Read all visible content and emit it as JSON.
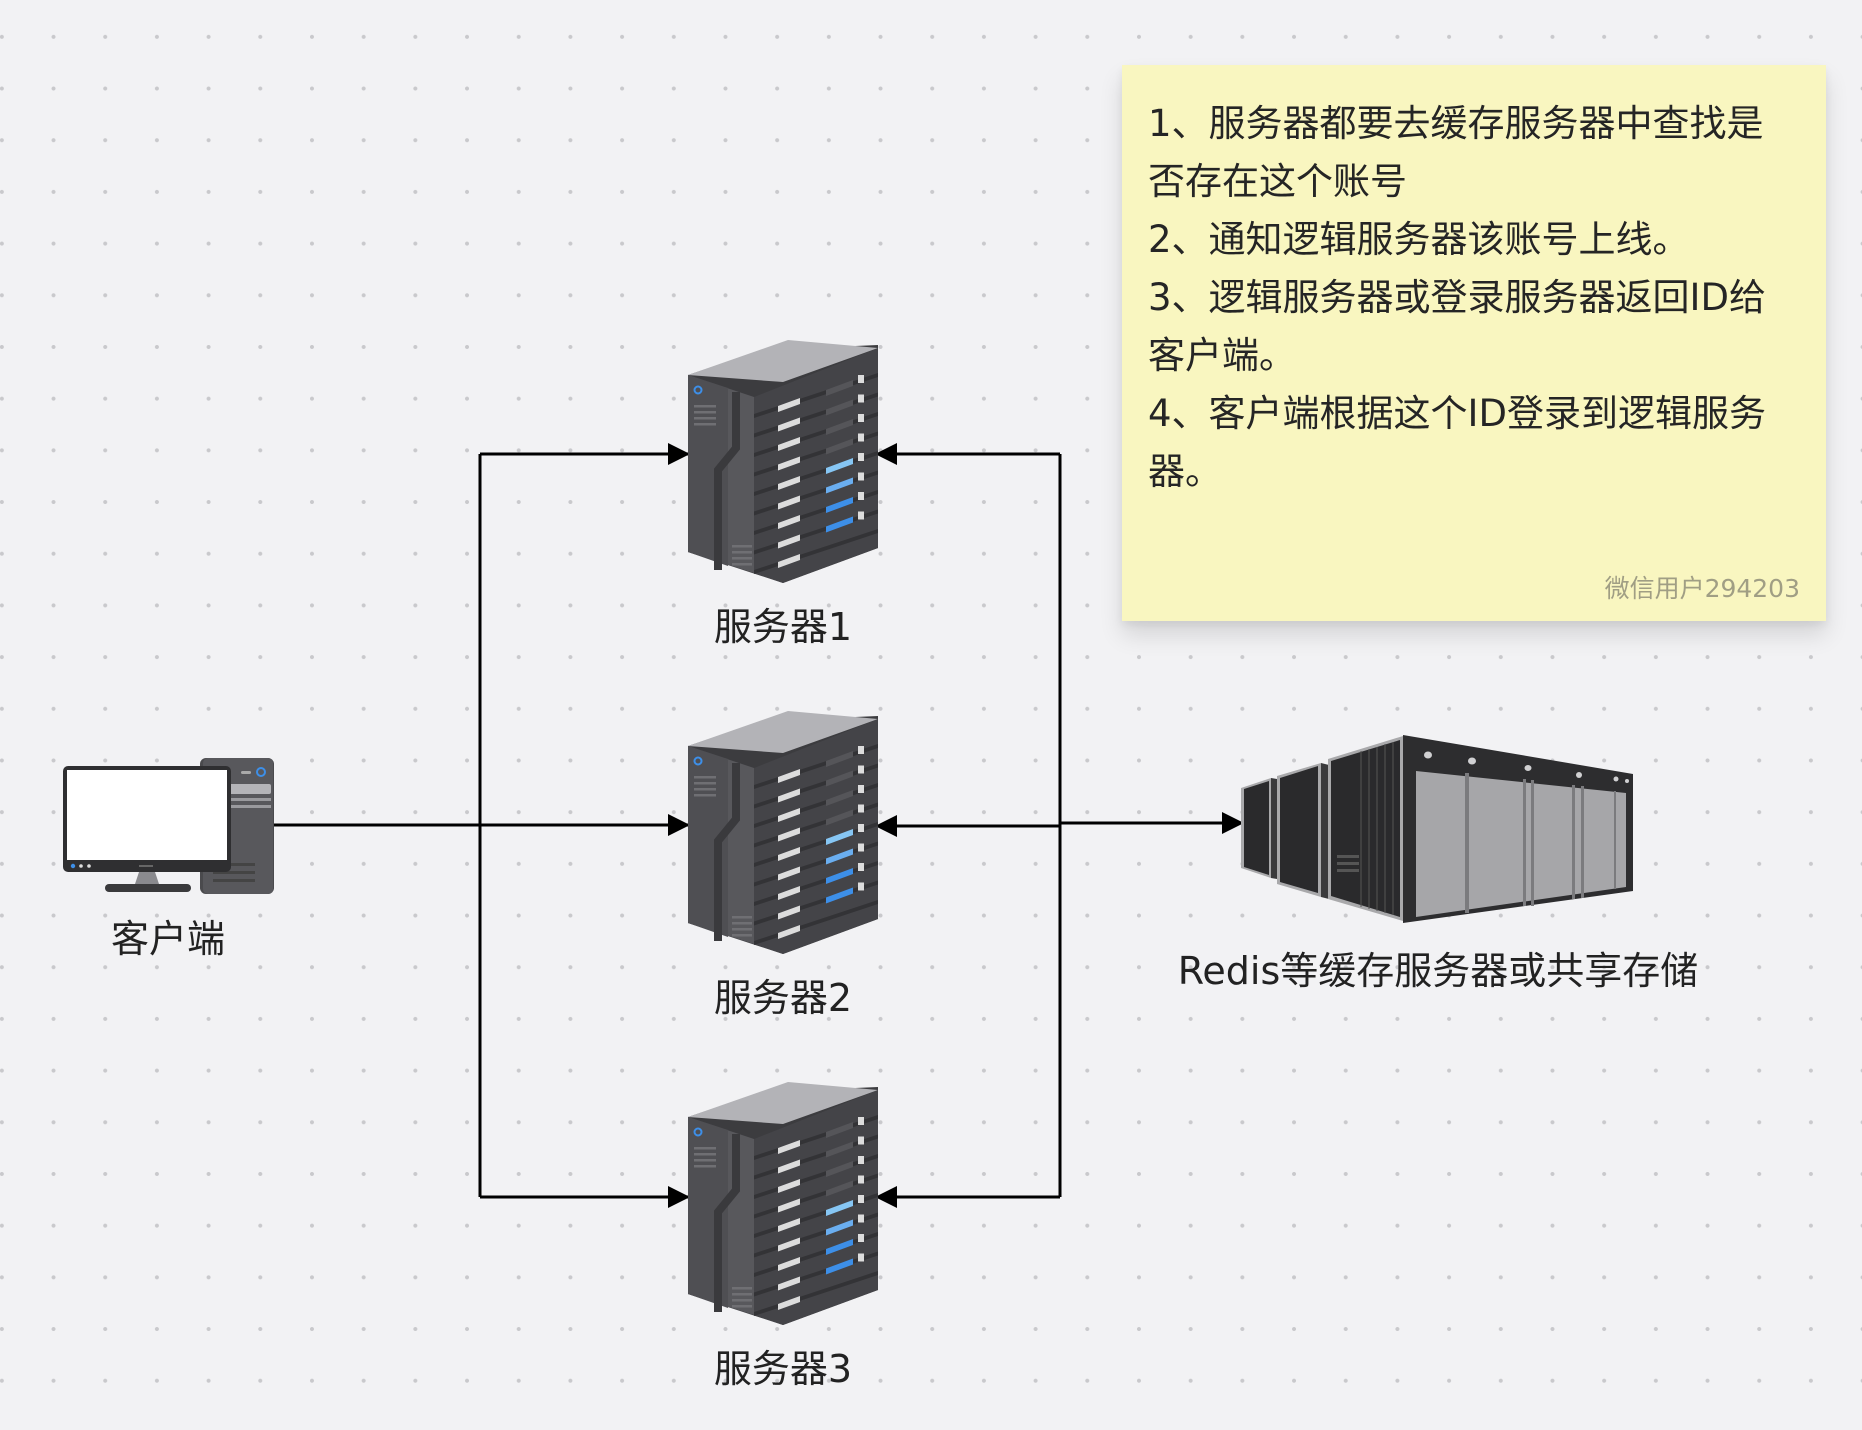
{
  "diagram": {
    "client": {
      "label": "客户端",
      "icon": "desktop-computer-icon"
    },
    "servers": [
      {
        "label": "服务器1",
        "icon": "server-rack-icon"
      },
      {
        "label": "服务器2",
        "icon": "server-rack-icon"
      },
      {
        "label": "服务器3",
        "icon": "server-rack-icon"
      }
    ],
    "cache": {
      "label": "Redis等缓存服务器或共享存储",
      "icon": "datacenter-storage-icon"
    },
    "connections": [
      {
        "from": "客户端",
        "to": "服务器1",
        "arrow": "end"
      },
      {
        "from": "客户端",
        "to": "服务器2",
        "arrow": "end"
      },
      {
        "from": "客户端",
        "to": "服务器3",
        "arrow": "end"
      },
      {
        "from": "Redis等缓存服务器或共享存储",
        "to": "服务器1",
        "arrow": "end"
      },
      {
        "from": "Redis等缓存服务器或共享存储",
        "to": "服务器2",
        "arrow": "end"
      },
      {
        "from": "Redis等缓存服务器或共享存储",
        "to": "服务器3",
        "arrow": "end"
      },
      {
        "from": "服务器",
        "to": "Redis等缓存服务器或共享存储",
        "arrow": "end"
      }
    ]
  },
  "note": {
    "lines": [
      "1、服务器都要去缓存服务器中查找是",
      "否存在这个账号",
      "2、通知逻辑服务器该账号上线。",
      "3、逻辑服务器或登录服务器返回ID给",
      "客户端。",
      "4、客户端根据这个ID登录到逻辑服务",
      "器。"
    ],
    "author": "微信用户294203",
    "color": "#f9f6c0"
  },
  "colors": {
    "background": "#f2f2f4",
    "line": "#000000",
    "server_blue": "#3d8fe8"
  }
}
